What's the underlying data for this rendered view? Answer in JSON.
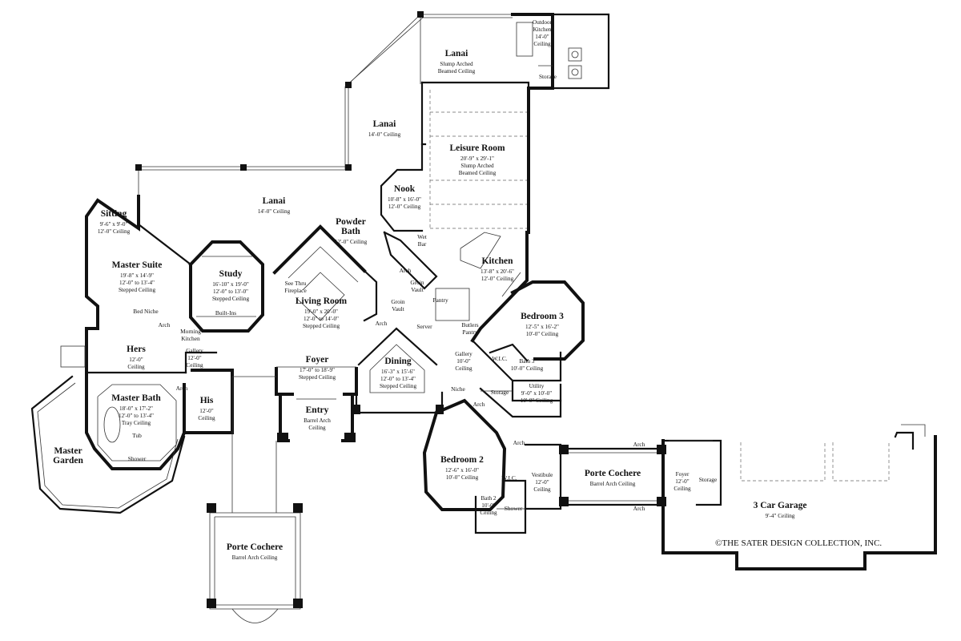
{
  "copyright": "©THE SATER DESIGN COLLECTION, INC.",
  "rooms": [
    {
      "id": "lanai-top",
      "name": "Lanai",
      "lines": [
        "Slump Arched",
        "Beamed Ceiling"
      ]
    },
    {
      "id": "outdoor-kitchen",
      "name": "",
      "lines": [
        "Outdoor",
        "Kitchen",
        "14'-0\"",
        "Ceiling"
      ]
    },
    {
      "id": "storage-top",
      "name": "",
      "lines": [
        "Storage"
      ]
    },
    {
      "id": "lanai-mid",
      "name": "Lanai",
      "lines": [
        "14'-0\" Ceiling"
      ]
    },
    {
      "id": "leisure-room",
      "name": "Leisure Room",
      "lines": [
        "20'-9\" x 29'-1\"",
        "Slump Arched",
        "Beamed Ceiling"
      ]
    },
    {
      "id": "lanai-main",
      "name": "Lanai",
      "lines": [
        "14'-0\" Ceiling"
      ]
    },
    {
      "id": "nook",
      "name": "Nook",
      "lines": [
        "10'-8\" x 16'-0\"",
        "12'-0\" Ceiling"
      ]
    },
    {
      "id": "sitting",
      "name": "Sitting",
      "lines": [
        "9'-6\" x 9'-0\"",
        "12'-0\" Ceiling"
      ]
    },
    {
      "id": "powder-bath",
      "name": "Powder\nBath",
      "lines": [
        "12'-0\" Ceiling"
      ]
    },
    {
      "id": "master-suite",
      "name": "Master Suite",
      "lines": [
        "19'-8\" x 14'-9\"",
        "12'-0\" to 13'-4\"",
        "Stepped Ceiling"
      ]
    },
    {
      "id": "study",
      "name": "Study",
      "lines": [
        "16'-10\" x 19'-0\"",
        "12'-0\" to 13'-0\"",
        "Stepped Ceiling"
      ]
    },
    {
      "id": "kitchen",
      "name": "Kitchen",
      "lines": [
        "13'-8\" x 20'-6\"",
        "12'-0\" Ceiling"
      ]
    },
    {
      "id": "living-room",
      "name": "Living Room",
      "lines": [
        "19'-0\" x 20'-0\"",
        "12'-0\" to 14'-0\"",
        "Stepped Ceiling"
      ]
    },
    {
      "id": "bedroom-3",
      "name": "Bedroom 3",
      "lines": [
        "12'-5\" x 16'-2\"",
        "10'-0\" Ceiling"
      ]
    },
    {
      "id": "hers",
      "name": "Hers",
      "lines": [
        "12'-0\"",
        "Ceiling"
      ]
    },
    {
      "id": "gallery-left",
      "name": "",
      "lines": [
        "Gallery",
        "12'-0\"",
        "Ceiling"
      ]
    },
    {
      "id": "foyer",
      "name": "Foyer",
      "lines": [
        "17'-0\" to 18'-9\"",
        "Stepped Ceiling"
      ]
    },
    {
      "id": "dining",
      "name": "Dining",
      "lines": [
        "16'-3\" x 15'-6\"",
        "12'-0\" to 13'-4\"",
        "Stepped Ceiling"
      ]
    },
    {
      "id": "gallery-right",
      "name": "",
      "lines": [
        "Gallery",
        "10'-0\"",
        "Ceiling"
      ]
    },
    {
      "id": "bath-3",
      "name": "",
      "lines": [
        "Bath 3",
        "10'-0\" Ceiling"
      ]
    },
    {
      "id": "master-bath",
      "name": "Master Bath",
      "lines": [
        "18'-0\" x 17'-2\"",
        "12'-0\" to 13'-4\"",
        "Tray Ceiling"
      ]
    },
    {
      "id": "his",
      "name": "His",
      "lines": [
        "12'-0\"",
        "Ceiling"
      ]
    },
    {
      "id": "entry",
      "name": "Entry",
      "lines": [
        "Barrel Arch",
        "Ceiling"
      ]
    },
    {
      "id": "utility",
      "name": "",
      "lines": [
        "Utility",
        "9'-0\" x 10'-0\"",
        "10'-0\" Ceiling"
      ]
    },
    {
      "id": "master-garden",
      "name": "Master\nGarden",
      "lines": []
    },
    {
      "id": "bedroom-2",
      "name": "Bedroom 2",
      "lines": [
        "12'-6\" x 16'-0\"",
        "10'-0\" Ceiling"
      ]
    },
    {
      "id": "vestibule",
      "name": "",
      "lines": [
        "Vestibule",
        "12'-0\"",
        "Ceiling"
      ]
    },
    {
      "id": "porte-cochere-right",
      "name": "Porte Cochere",
      "lines": [
        "Barrel Arch Ceiling"
      ]
    },
    {
      "id": "foyer-garage",
      "name": "",
      "lines": [
        "Foyer",
        "12'-0\"",
        "Ceiling"
      ]
    },
    {
      "id": "bath-2",
      "name": "",
      "lines": [
        "Bath 2",
        "10'-0\"",
        "Ceiling"
      ]
    },
    {
      "id": "garage",
      "name": "3 Car Garage",
      "lines": [
        "9'-4\" Ceiling"
      ]
    },
    {
      "id": "porte-cochere-bottom",
      "name": "Porte Cochere",
      "lines": [
        "Barrel Arch Ceiling"
      ]
    }
  ],
  "labels": [
    {
      "id": "wet-bar",
      "text": "Wet\nBar"
    },
    {
      "id": "arch-1",
      "text": "Arch"
    },
    {
      "id": "groin-vault-1",
      "text": "Groin\nVault"
    },
    {
      "id": "see-thru-fireplace",
      "text": "See Thru\nFireplace"
    },
    {
      "id": "pantry",
      "text": "Pantry"
    },
    {
      "id": "groin-vault-2",
      "text": "Groin\nVault"
    },
    {
      "id": "bed-niche",
      "text": "Bed Niche"
    },
    {
      "id": "built-ins",
      "text": "Built-Ins"
    },
    {
      "id": "arch-2",
      "text": "Arch"
    },
    {
      "id": "server",
      "text": "Server"
    },
    {
      "id": "butlers-pantry",
      "text": "Butlers\nPantry"
    },
    {
      "id": "arch-3",
      "text": "Arch"
    },
    {
      "id": "morning-kitchen",
      "text": "Morning\nKitchen"
    },
    {
      "id": "wic-1",
      "text": "W.I.C."
    },
    {
      "id": "niche",
      "text": "Niche"
    },
    {
      "id": "storage-mid",
      "text": "Storage"
    },
    {
      "id": "arch-4",
      "text": "Arch"
    },
    {
      "id": "arch-5",
      "text": "Arch"
    },
    {
      "id": "tub",
      "text": "Tub"
    },
    {
      "id": "arch-6",
      "text": "Arch"
    },
    {
      "id": "shower-1",
      "text": "Shower"
    },
    {
      "id": "wic-2",
      "text": "W.I.C."
    },
    {
      "id": "arch-7",
      "text": "Arch"
    },
    {
      "id": "storage-garage",
      "text": "Storage"
    },
    {
      "id": "shower-2",
      "text": "Shower"
    },
    {
      "id": "arch-8",
      "text": "Arch"
    }
  ]
}
